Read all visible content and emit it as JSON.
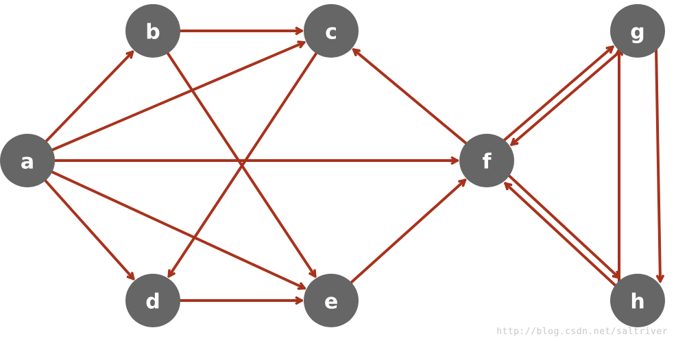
{
  "colors": {
    "node_fill": "#666666",
    "node_text": "#ffffff",
    "edge": "#a8321c"
  },
  "nodes": [
    {
      "id": "a",
      "label": "a"
    },
    {
      "id": "b",
      "label": "b"
    },
    {
      "id": "c",
      "label": "c"
    },
    {
      "id": "d",
      "label": "d"
    },
    {
      "id": "e",
      "label": "e"
    },
    {
      "id": "f",
      "label": "f"
    },
    {
      "id": "g",
      "label": "g"
    },
    {
      "id": "h",
      "label": "h"
    }
  ],
  "edges": [
    {
      "from": "a",
      "to": "b"
    },
    {
      "from": "a",
      "to": "c"
    },
    {
      "from": "a",
      "to": "d"
    },
    {
      "from": "a",
      "to": "e"
    },
    {
      "from": "a",
      "to": "f"
    },
    {
      "from": "b",
      "to": "c"
    },
    {
      "from": "b",
      "to": "e"
    },
    {
      "from": "c",
      "to": "d"
    },
    {
      "from": "d",
      "to": "e"
    },
    {
      "from": "e",
      "to": "f"
    },
    {
      "from": "f",
      "to": "c"
    },
    {
      "from": "f",
      "to": "g"
    },
    {
      "from": "g",
      "to": "f"
    },
    {
      "from": "f",
      "to": "h"
    },
    {
      "from": "h",
      "to": "f"
    },
    {
      "from": "g",
      "to": "h"
    },
    {
      "from": "h",
      "to": "g"
    }
  ],
  "watermark": "http://blog.csdn.net/saltriver"
}
